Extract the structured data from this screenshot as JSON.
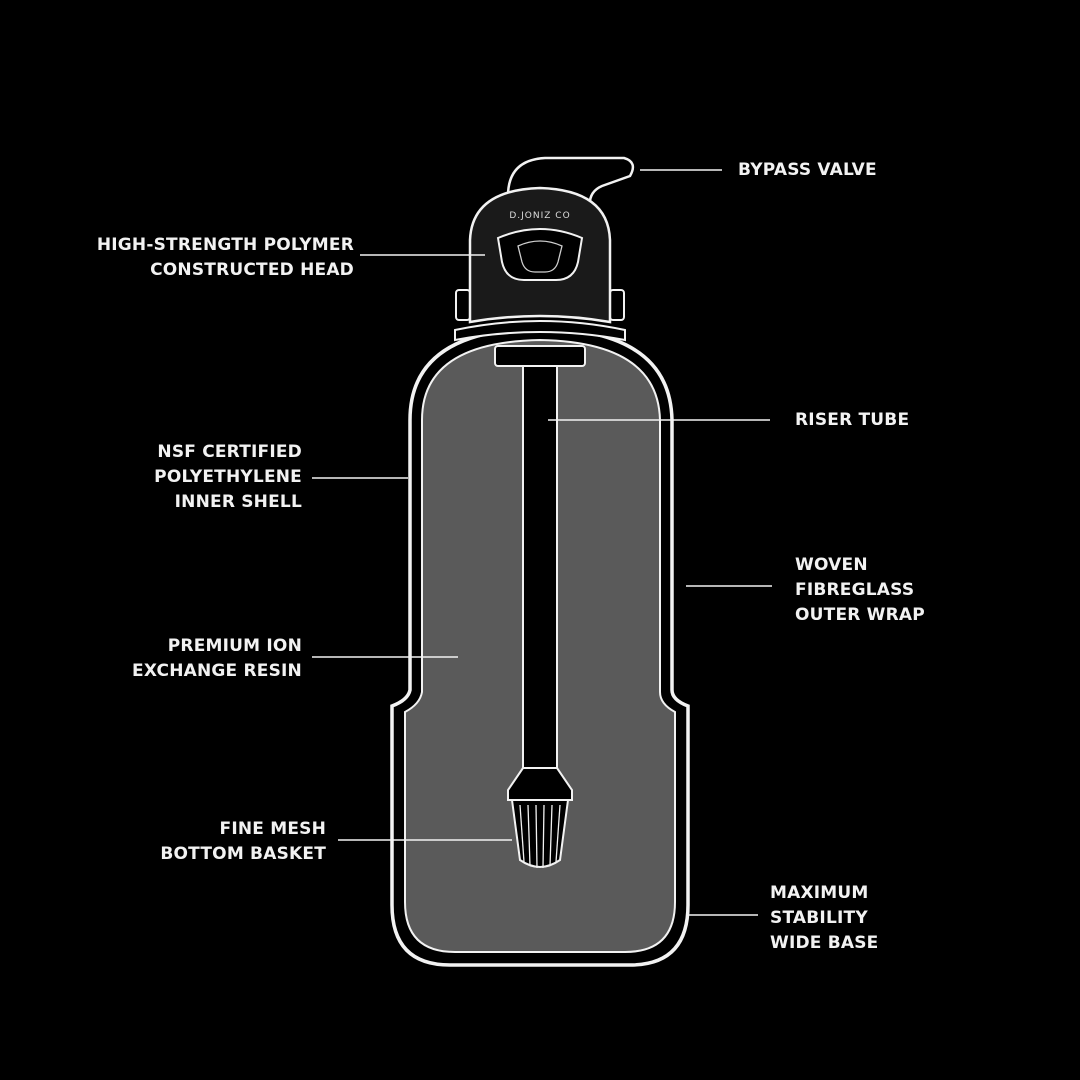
{
  "brand": {
    "logo_text": "D.JONIZ CO"
  },
  "callouts": {
    "bypass_valve": [
      "BYPASS VALVE"
    ],
    "head": [
      "HIGH-STRENGTH POLYMER",
      "CONSTRUCTED HEAD"
    ],
    "riser_tube": [
      "RISER TUBE"
    ],
    "inner_shell": [
      "NSF CERTIFIED",
      "POLYETHYLENE",
      "INNER SHELL"
    ],
    "outer_wrap": [
      "WOVEN",
      "FIBREGLASS",
      "OUTER WRAP"
    ],
    "resin": [
      "PREMIUM ION",
      "EXCHANGE RESIN"
    ],
    "basket": [
      "FINE MESH",
      "BOTTOM BASKET"
    ],
    "base": [
      "MAXIMUM",
      "STABILITY",
      "WIDE BASE"
    ]
  },
  "colors": {
    "background": "#000000",
    "outline": "#f2f2f2",
    "resin_fill": "#5a5a5a",
    "head_fill": "#1a1a1a",
    "text": "#f2f2f2"
  }
}
